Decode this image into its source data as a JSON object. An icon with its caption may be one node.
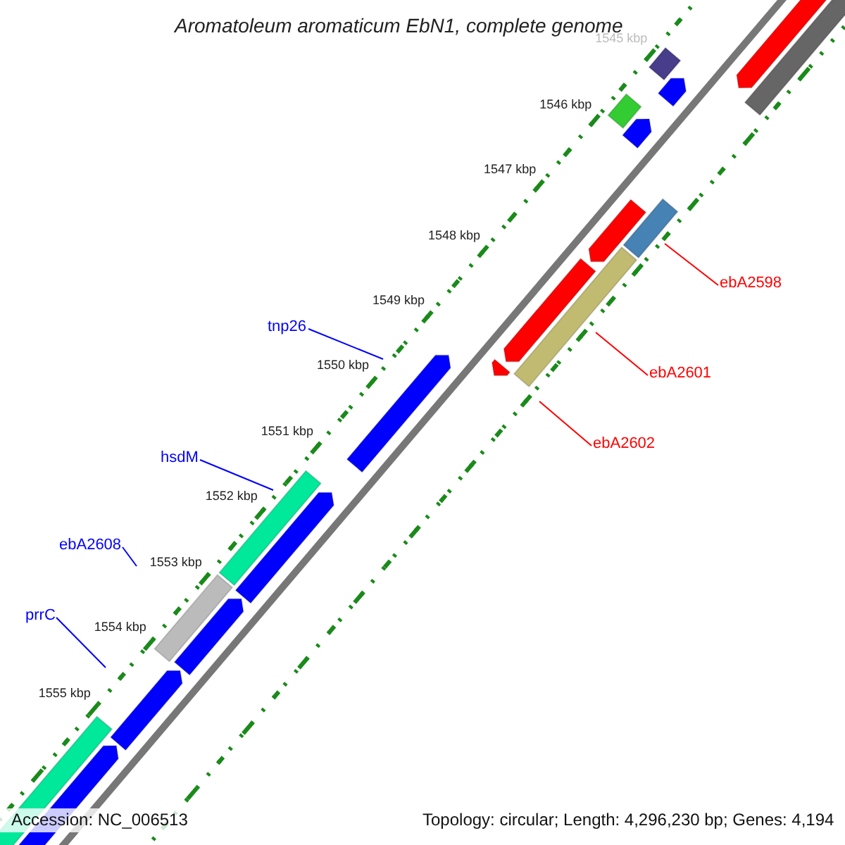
{
  "diagram": {
    "title": "Aromatoleum aromaticum EbN1, complete genome",
    "nodes": [
      {
        "text": [
          "ebA2598"
        ]
      },
      {
        "text": [
          "tnp26"
        ]
      },
      {
        "text": [
          "ebA2601"
        ]
      },
      {
        "text": [
          "ebA2602"
        ]
      },
      {
        "text": [
          "hsdM"
        ]
      },
      {
        "text": [
          "ebA2608"
        ]
      },
      {
        "text": [
          "prrC"
        ]
      }
    ],
    "edges": [
      {
        "from": 0,
        "to": null,
        "arrow": "none",
        "color": "#ff0000"
      },
      {
        "from": 1,
        "to": null,
        "arrow": "none"
      },
      {
        "from": 2,
        "to": null,
        "arrow": "none",
        "color": "#ff0000"
      },
      {
        "from": 3,
        "to": null,
        "arrow": "none",
        "color": "#ff0000"
      },
      {
        "from": 4,
        "to": null,
        "arrow": "none"
      },
      {
        "from": 5,
        "to": null,
        "arrow": "none"
      },
      {
        "from": 6,
        "to": null,
        "arrow": "none"
      }
    ],
    "labels": [
      "1545 kbp",
      "1546 kbp",
      "1547 kbp",
      "1548 kbp",
      "1549 kbp",
      "1550 kbp",
      "1551 kbp",
      "1552 kbp",
      "1553 kbp",
      "1554 kbp",
      "1555 kbp",
      "Accession: NC_006513",
      "Topology: circular; Length: 4,296,230 bp; Genes: 4,194"
    ]
  }
}
